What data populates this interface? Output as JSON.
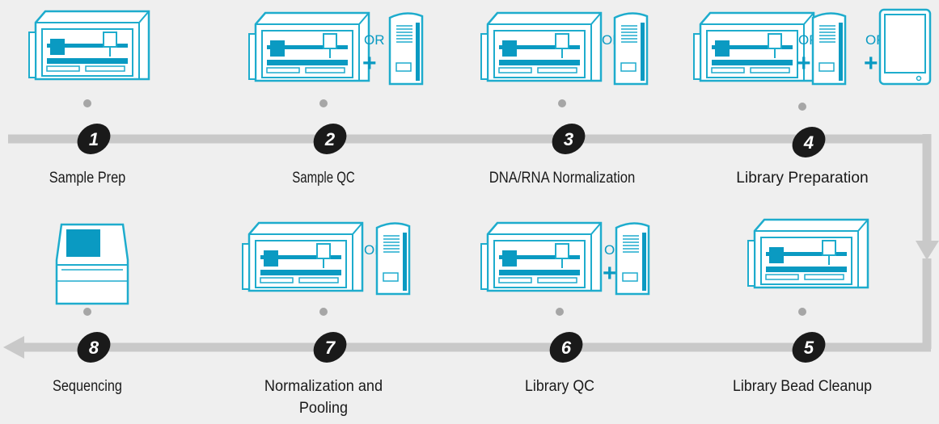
{
  "colors": {
    "background": "#efefef",
    "line": "#c9c9c9",
    "icon_stroke": "#1eaccd",
    "icon_fill": "#0a9ac2",
    "icon_face": "#ffffff",
    "badge": "#1a1a1a",
    "badge_text": "#ffffff",
    "connector_dot": "#a6a6a6"
  },
  "or_label": "OR",
  "plus_label": "+",
  "steps": [
    {
      "number": "1",
      "label": "Sample Prep",
      "devices": [
        "liquid-handler"
      ]
    },
    {
      "number": "2",
      "label": "Sample QC",
      "devices": [
        "liquid-handler",
        "or-plus",
        "tower-analyzer"
      ]
    },
    {
      "number": "3",
      "label": "DNA/RNA Normalization",
      "devices": [
        "liquid-handler",
        "or",
        "tower-analyzer"
      ]
    },
    {
      "number": "4",
      "label": "Library Preparation",
      "devices": [
        "liquid-handler",
        "or-plus",
        "tower-analyzer",
        "or-plus",
        "tablet-instrument"
      ]
    },
    {
      "number": "5",
      "label": "Library Bead Cleanup",
      "devices": [
        "liquid-handler"
      ]
    },
    {
      "number": "6",
      "label": "Library QC",
      "devices": [
        "liquid-handler",
        "or-plus",
        "tower-analyzer"
      ]
    },
    {
      "number": "7",
      "label_lines": [
        "Normalization and",
        "Pooling"
      ],
      "devices": [
        "liquid-handler",
        "or",
        "tower-analyzer"
      ]
    },
    {
      "number": "8",
      "label": "Sequencing",
      "devices": [
        "sequencer"
      ]
    }
  ]
}
